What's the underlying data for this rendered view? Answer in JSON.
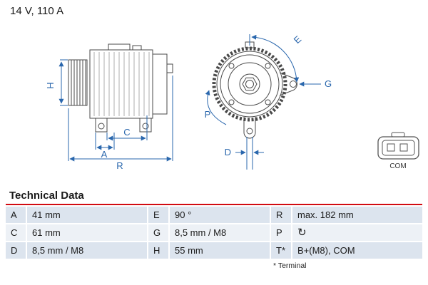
{
  "header": {
    "rating": "14 V, 110 A"
  },
  "diagram": {
    "dims": {
      "H": "H",
      "A": "A",
      "C": "C",
      "R": "R",
      "E": "E",
      "G": "G",
      "P": "P",
      "D": "D"
    },
    "connector_label": "COM"
  },
  "technical_data": {
    "title": "Technical Data",
    "rows": [
      {
        "k1": "A",
        "v1": "41 mm",
        "k2": "E",
        "v2": "90 °",
        "k3": "R",
        "v3": "max. 182 mm"
      },
      {
        "k1": "C",
        "v1": "61 mm",
        "k2": "G",
        "v2": "8,5 mm / M8",
        "k3": "P",
        "v3": "↻"
      },
      {
        "k1": "D",
        "v1": "8,5 mm / M8",
        "k2": "H",
        "v2": "55 mm",
        "k3": "T*",
        "v3": "B+(M8), COM"
      }
    ],
    "footnote": "* Terminal"
  },
  "colors": {
    "dimension_blue": "#2a67ad",
    "bosch_red": "#d10a11",
    "row_dark": "#dce4ee",
    "row_light": "#edf1f6",
    "linework": "#4a4a4a"
  }
}
